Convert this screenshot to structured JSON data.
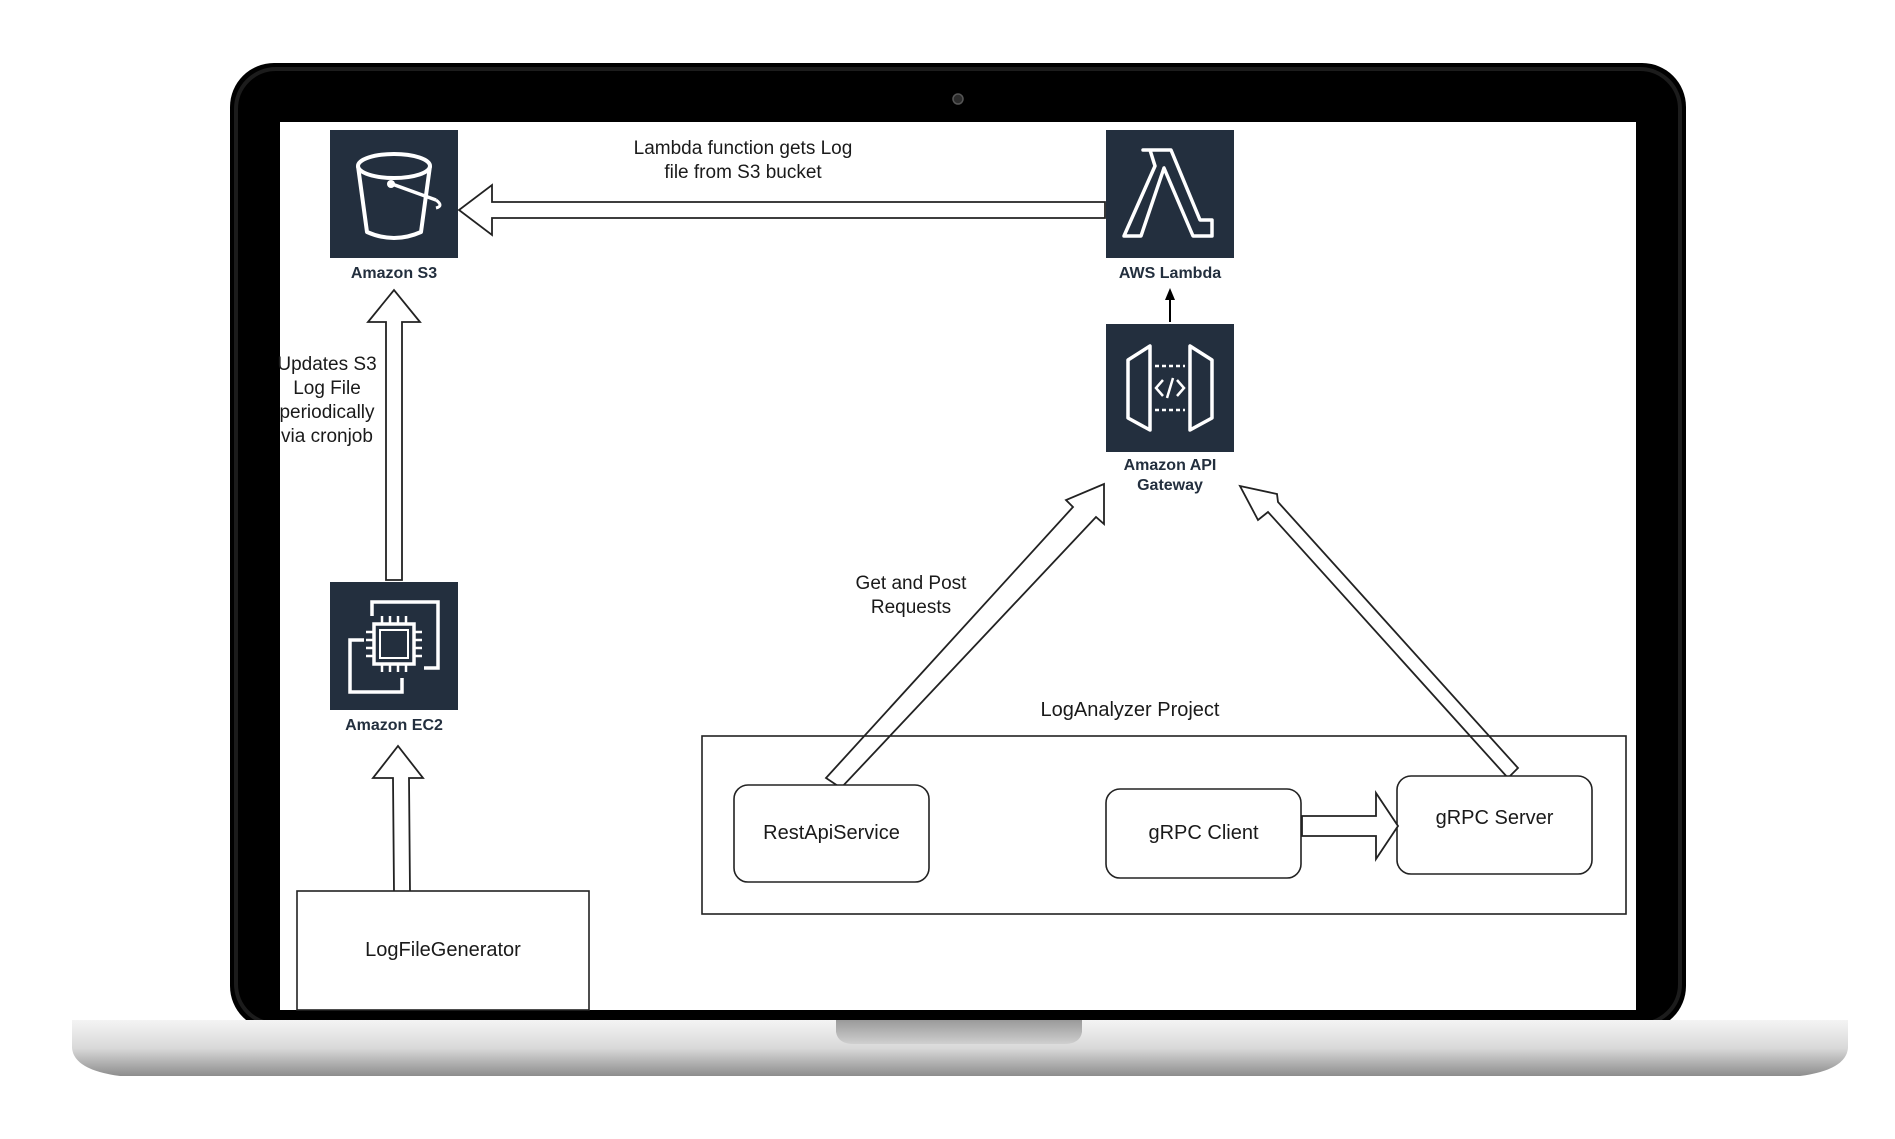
{
  "diagram": {
    "services": {
      "s3": {
        "label": "Amazon S3"
      },
      "lambda": {
        "label": "AWS Lambda"
      },
      "api_gateway": {
        "label": "Amazon API Gateway"
      },
      "ec2": {
        "label": "Amazon EC2"
      }
    },
    "edges": {
      "lambda_to_s3": "Lambda function gets Log file from S3 bucket",
      "ec2_to_s3": "Updates S3 Log File periodically via cronjob",
      "rest_to_gateway": "Get and Post Requests"
    },
    "group": {
      "label": "LogAnalyzer Project"
    },
    "nodes": {
      "rest_api_service": "RestApiService",
      "grpc_client": "gRPC Client",
      "grpc_server": "gRPC Server",
      "log_file_generator": "LogFileGenerator"
    },
    "colors": {
      "aws_tile": "#232f3e",
      "laptop_bezel": "#000000",
      "stroke": "#222222"
    }
  }
}
